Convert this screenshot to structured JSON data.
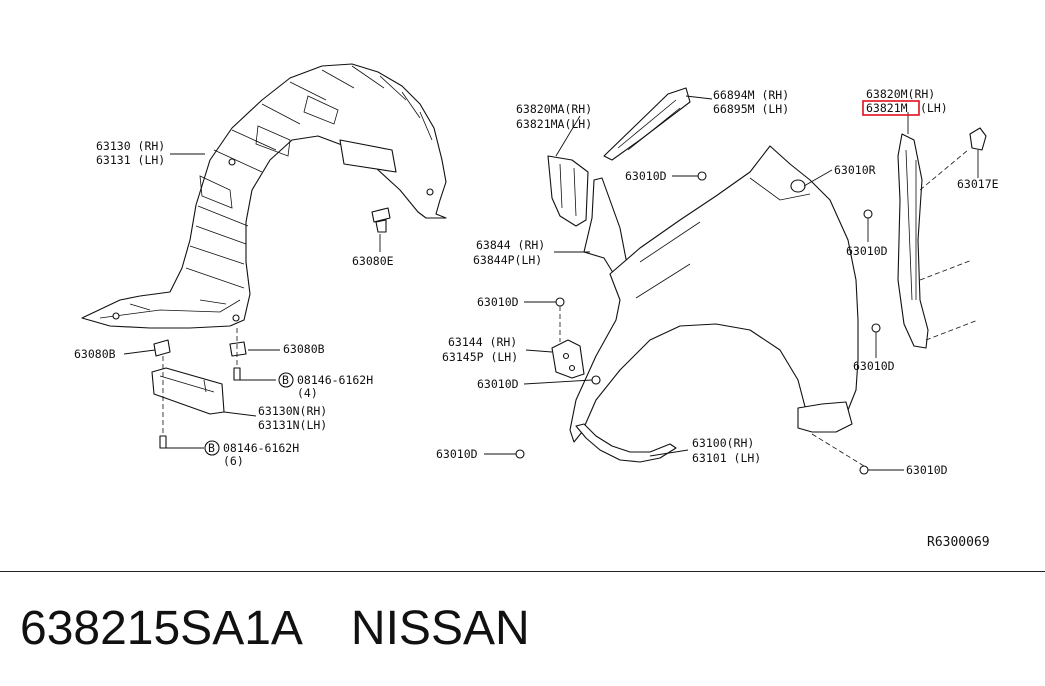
{
  "diagram": {
    "labels": {
      "p63130": "63130 (RH)",
      "p63131": "63131 (LH)",
      "p63080E": "63080E",
      "p63080B_l": "63080B",
      "p63080B_r": "63080B",
      "b08146_1": "08146-6162H",
      "b08146_1_qty": "(4)",
      "b08146_2": "08146-6162H",
      "b08146_2_qty": "(6)",
      "p63130N": "63130N(RH)",
      "p63131N": "63131N(LH)",
      "p63820MA": "63820MA(RH)",
      "p63821MA": "63821MA(LH)",
      "p66894M": "66894M (RH)",
      "p66895M": "66895M (LH)",
      "p63820M": "63820M(RH)",
      "p63821M": "63821M",
      "p63821M_side": "(LH)",
      "p63010D_a": "63010D",
      "p63010R": "63010R",
      "p63017E": "63017E",
      "p63010D_b": "63010D",
      "p63844": "63844 (RH)",
      "p63844P": "63844P(LH)",
      "p63010D_c": "63010D",
      "p63144": "63144 (RH)",
      "p63145P": "63145P (LH)",
      "p63010D_d": "63010D",
      "p63010D_e": "63010D",
      "p63100": "63100(RH)",
      "p63101": "63101 (LH)",
      "p63010D_f": "63010D",
      "p63010D_g": "63010D",
      "bolt_marker": "B",
      "ref_code": "R6300069"
    },
    "highlight_color": "#e01020"
  },
  "footer": {
    "part_number": "638215SA1A",
    "brand": "NISSAN"
  }
}
